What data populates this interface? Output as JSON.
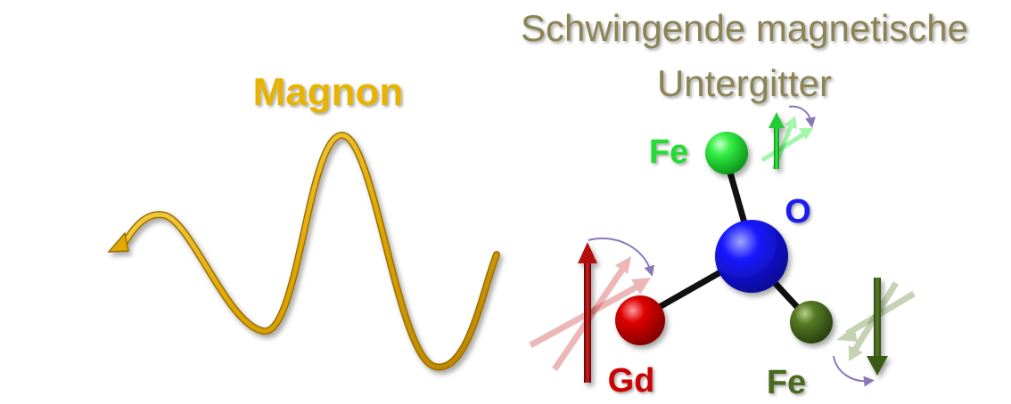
{
  "labels": {
    "magnon": "Magnon",
    "title_line1": "Schwingende magnetische",
    "title_line2": "Untergitter",
    "fe_top": "Fe",
    "oxygen": "O",
    "gadolinium": "Gd",
    "fe_bottom": "Fe"
  },
  "colors": {
    "magnon": "#e8b300",
    "title": "#8c8355",
    "fe_top": "#22dd33",
    "oxygen": "#1a1aee",
    "gadolinium": "#cc0000",
    "fe_bottom": "#4a6a1e",
    "bond": "#111111",
    "precession_arc": "#8a78b8"
  },
  "icons": {
    "magnon_wave": "sine-wave-arrow",
    "spin_arrow": "arrow-icon",
    "precession": "curved-arc-arrow-icon"
  }
}
